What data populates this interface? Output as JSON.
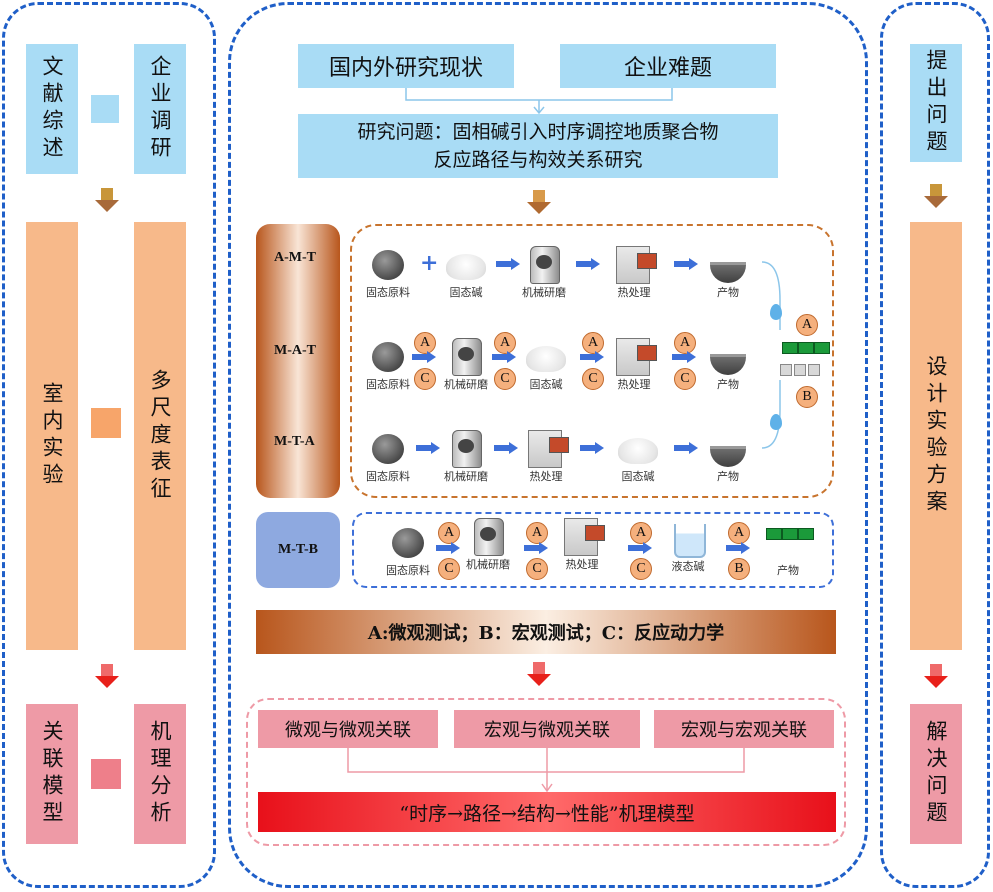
{
  "left": {
    "top_left": "文献综述",
    "top_right": "企业调研",
    "mid_left": "室内实验",
    "mid_right": "多尺度表征",
    "bot_left": "关联模型",
    "bot_right": "机理分析"
  },
  "center": {
    "status": "国内外研究现状",
    "problem": "企业难题",
    "question_line1": "研究问题：固相碱引入时序调控地质聚合物",
    "question_line2": "反应路径与构效关系研究",
    "rows": [
      "A-M-T",
      "M-A-T",
      "M-T-A"
    ],
    "row_mtb": "M-T-B",
    "labels": {
      "raw": "固态原料",
      "alkali": "固态碱",
      "mill": "机械研磨",
      "heat": "热处理",
      "product": "产物",
      "liquid_alkali": "液态碱"
    },
    "legend": "A:微观测试；B：宏观测试；C：反应动力学",
    "links": [
      "微观与微观关联",
      "宏观与微观关联",
      "宏观与宏观关联"
    ],
    "mechanism": "“时序→路径→结构→性能”机理模型",
    "circle_a": "A",
    "circle_b": "B",
    "circle_c": "C"
  },
  "right": {
    "top": "提出问题",
    "mid": "设计实验方案",
    "bot": "解决问题"
  },
  "colors": {
    "dash_blue": "#1f5fc8",
    "light_blue": "#a9dcf5",
    "peach": "#f7b98a",
    "pink": "#ee9aa6",
    "orange_dash": "#c8742e",
    "red": "#e8101a"
  }
}
